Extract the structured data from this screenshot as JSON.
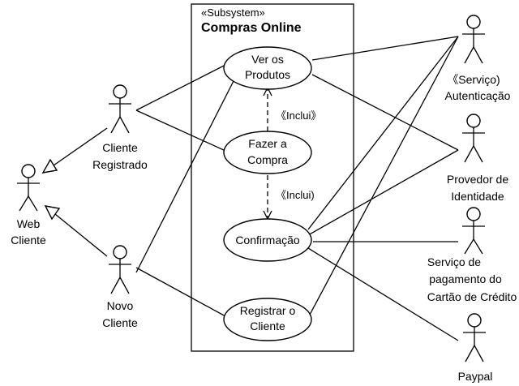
{
  "subsystem": {
    "stereotype": "«Subsystem»",
    "name": "Compras Online"
  },
  "use_cases": {
    "ver_produtos": [
      "Ver os",
      "Produtos"
    ],
    "fazer_compra": [
      "Fazer a",
      "Compra"
    ],
    "confirmacao": [
      "Confirmação"
    ],
    "registrar_cliente": [
      "Registrar o",
      "Cliente"
    ]
  },
  "relations": {
    "include_1": "《Inclui》",
    "include_2": "《Inclui)"
  },
  "actors": {
    "web_cliente": [
      "Web",
      "Cliente"
    ],
    "cliente_registrado": [
      "Cliente",
      "Registrado"
    ],
    "novo_cliente": [
      "Novo",
      "Cliente"
    ],
    "autenticacao": [
      "《Serviço)",
      "Autenticação"
    ],
    "provedor_identidade": [
      "Provedor de",
      "Identidade"
    ],
    "servico_pagamento": [
      "Serviço de",
      "pagamento do",
      "Cartão de Crédito"
    ],
    "paypal": [
      "Paypal"
    ]
  }
}
